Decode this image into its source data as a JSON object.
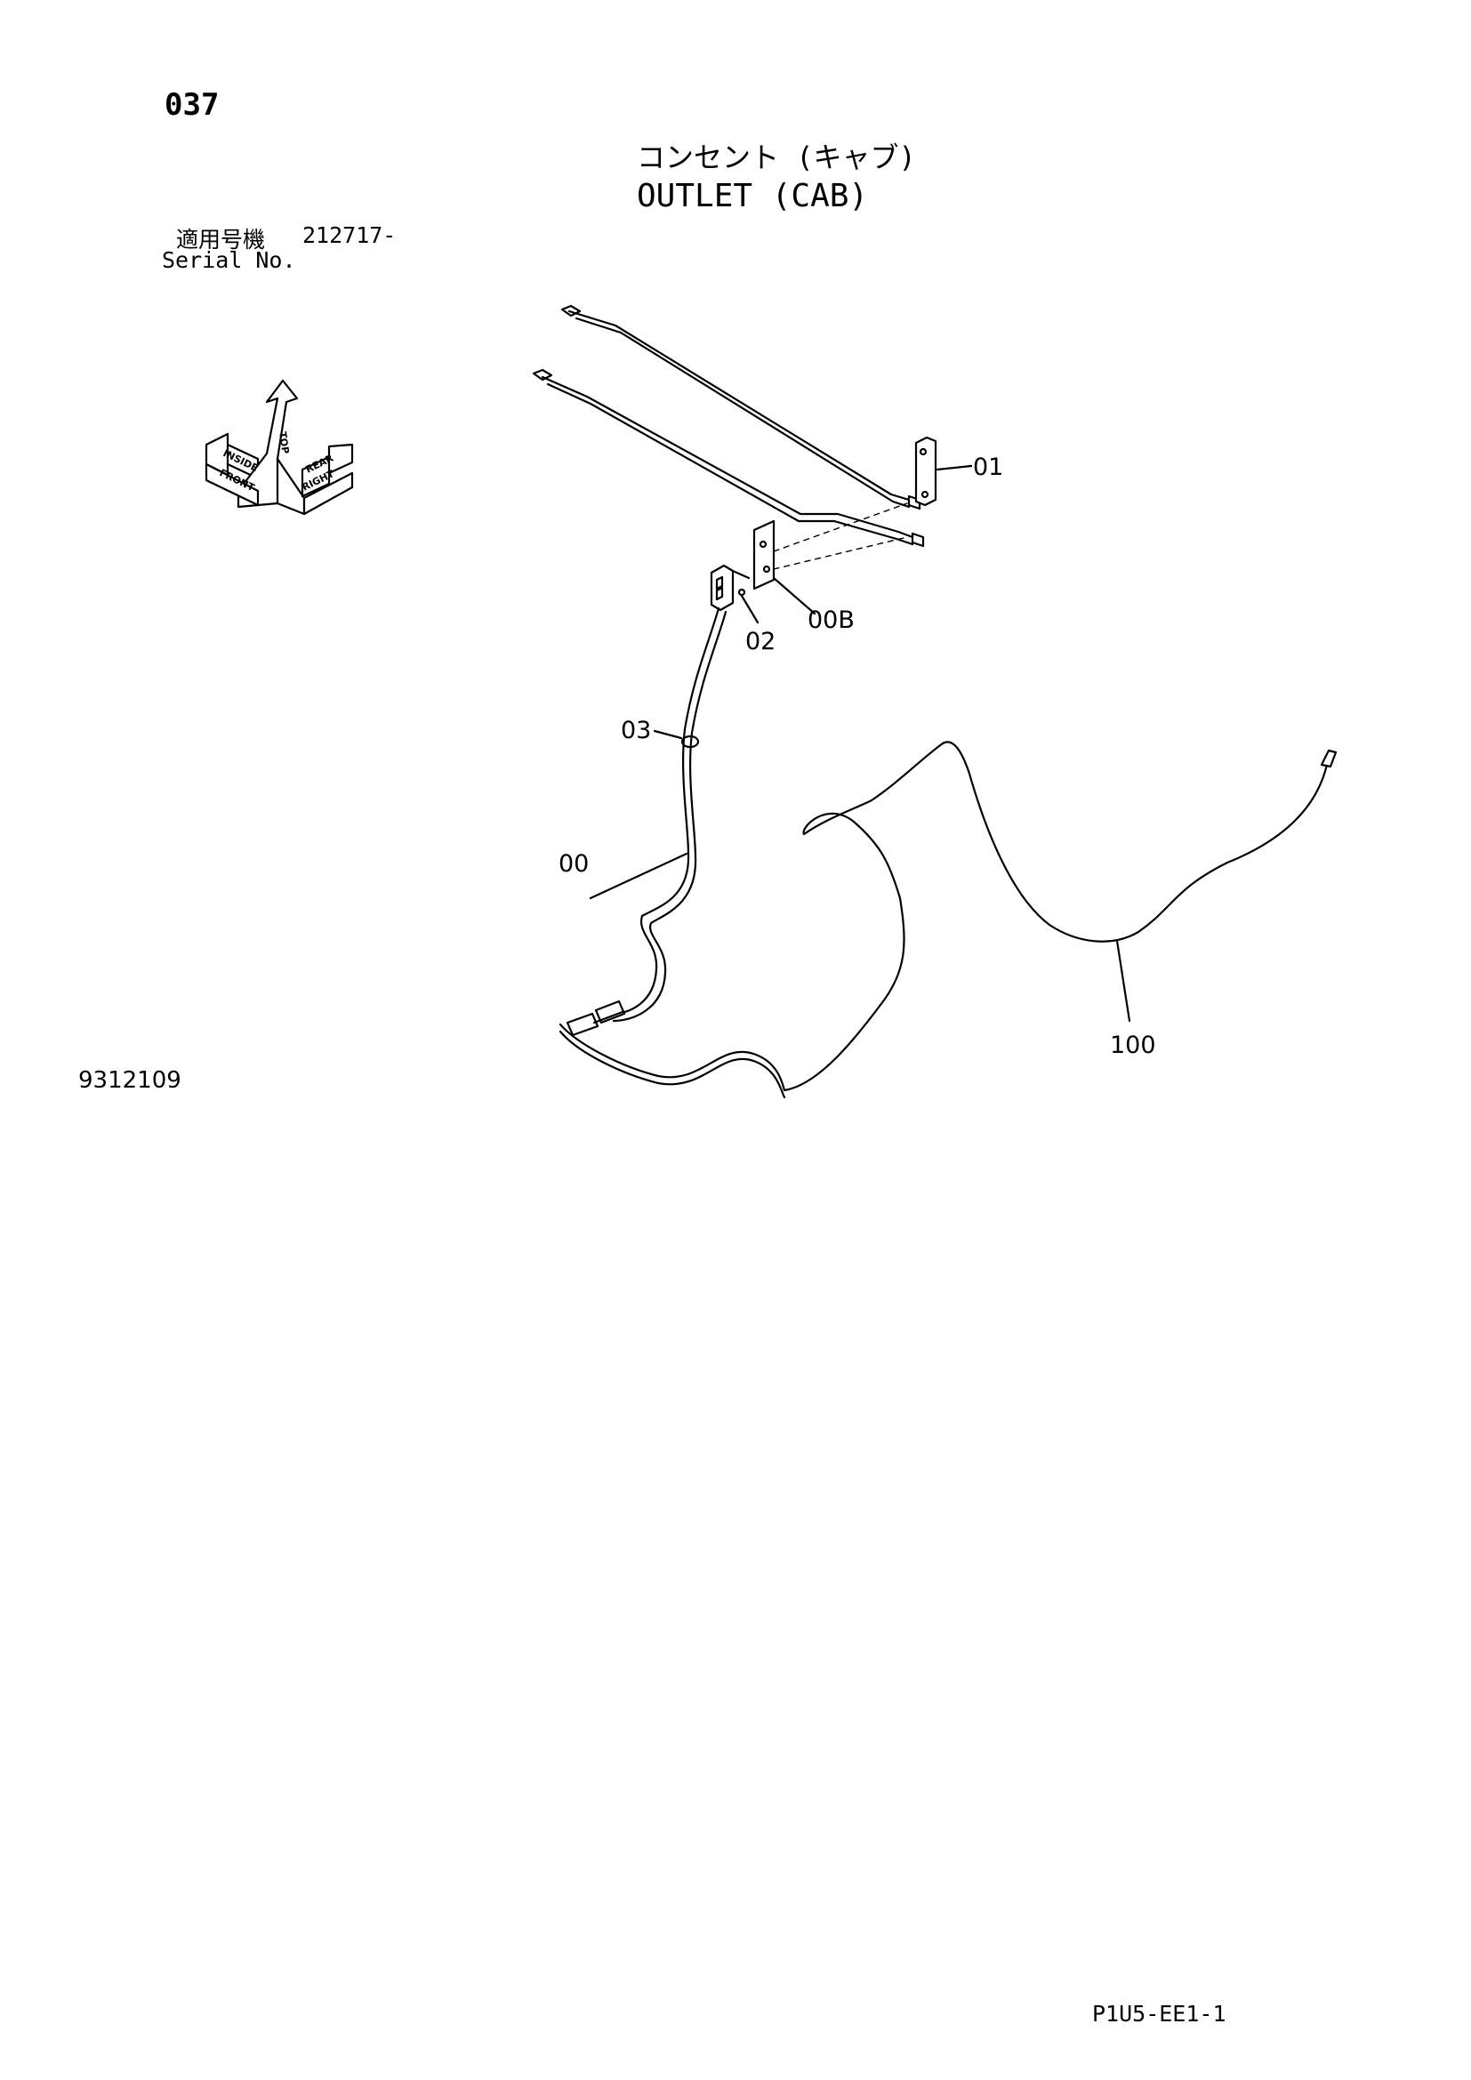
{
  "header": {
    "page_number": "037",
    "title_jp": "コンセント (キャブ)",
    "title_en": "OUTLET (CAB)",
    "serial_label_jp": "適用号機",
    "serial_value": "212717-",
    "serial_label_en": "Serial No."
  },
  "orientation_indicator": {
    "top": "TOP",
    "front": "FRONT",
    "right": "RIGHT",
    "inside": "INSIDE",
    "rear": "REAR"
  },
  "callouts": {
    "c01": "01",
    "c00B": "00B",
    "c02": "02",
    "c03": "03",
    "c00": "00",
    "c100": "100"
  },
  "footer": {
    "drawing_number": "9312109",
    "page_code": "P1U5-EE1-1"
  }
}
